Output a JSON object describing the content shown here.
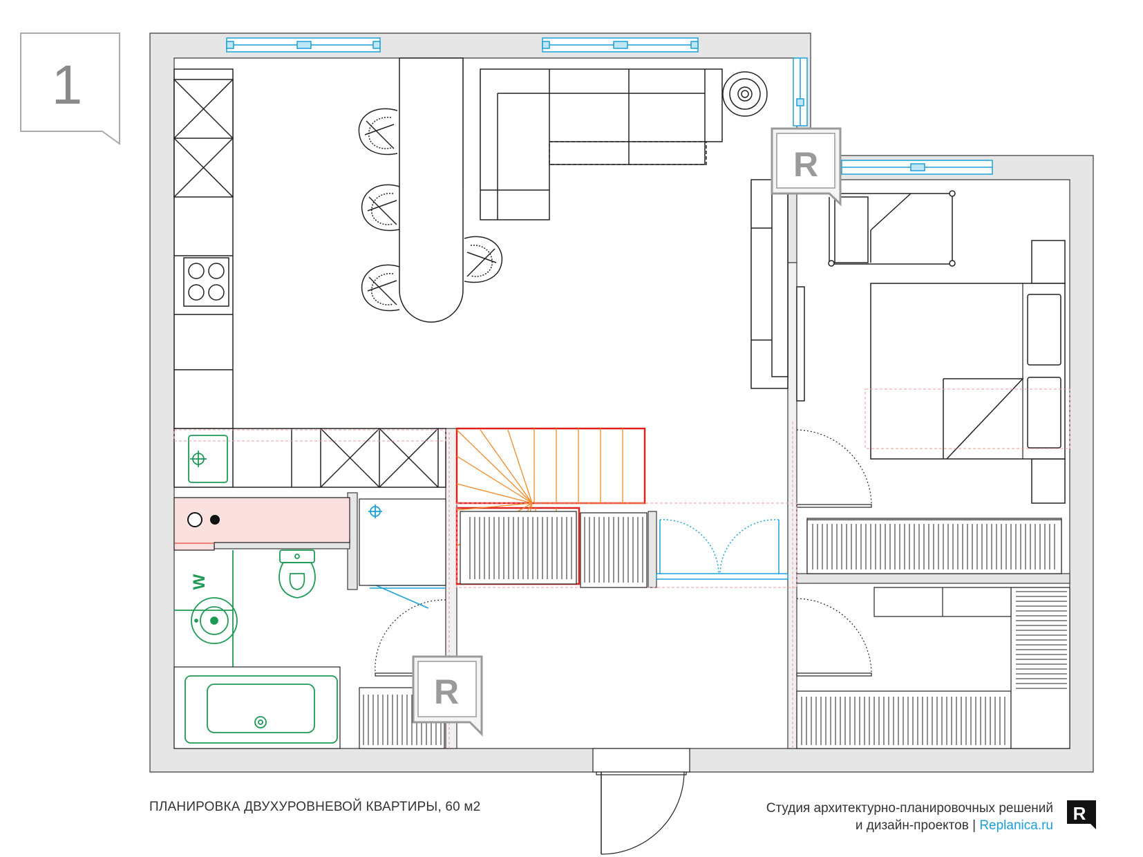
{
  "plan": {
    "page_number": "1",
    "marker_letter": "R",
    "wc_label": "W"
  },
  "caption": {
    "title": "ПЛАНИРОВКА ДВУХУРОВНЕВОЙ КВАРТИРЫ, 60 м2",
    "studio_line1": "Студия архитектурно-планировочных решений",
    "studio_line2_prefix": "и дизайн-проектов | ",
    "studio_link": "Replanica.ru",
    "logo_letter": "R"
  },
  "colors": {
    "wall": "#e6e6e6",
    "wall_stroke": "#3a3a3a",
    "window": "#1aa0d8",
    "plumbing": "#1e9a56",
    "stairs_orange": "#f08a24",
    "stairs_red": "#e0201c",
    "pink_zone": "#fbe0e0",
    "marker_gray": "#9a9a9a"
  }
}
